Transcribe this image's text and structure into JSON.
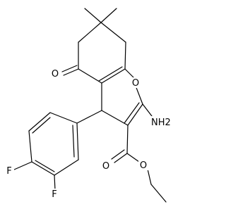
{
  "molecule": {
    "atoms": {
      "ring_oxygen": "O",
      "ketone_oxygen": "O",
      "ester_carbonyl_oxygen": "O",
      "ester_alkoxy_oxygen": "O",
      "amino": "NH2",
      "fluorine_top": "F",
      "fluorine_bottom": "F"
    }
  }
}
